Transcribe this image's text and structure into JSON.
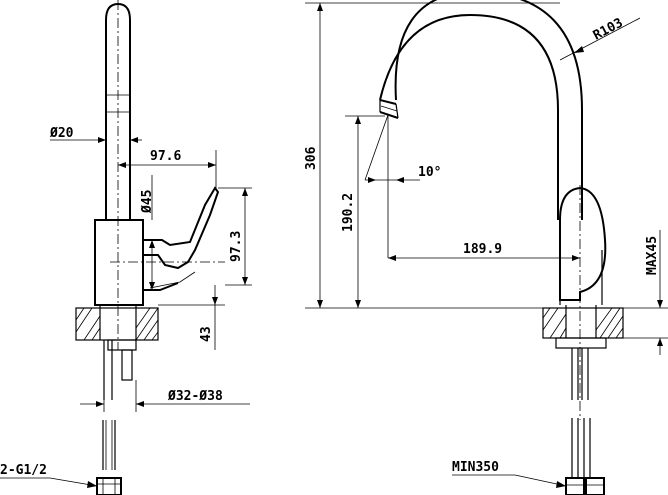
{
  "labels": {
    "dia_spout": "Ø20",
    "offset_handle": "97.6",
    "dia_body": "Ø45",
    "handle_height": "97.3",
    "base_height": "43",
    "mount_hole": "Ø32-Ø38",
    "thread": "2-G1/2",
    "total_height": "306",
    "spout_height": "190.2",
    "angle": "10°",
    "radius": "R103",
    "reach": "189.9",
    "max_deck": "MAX45",
    "min_hose": "MIN350"
  }
}
